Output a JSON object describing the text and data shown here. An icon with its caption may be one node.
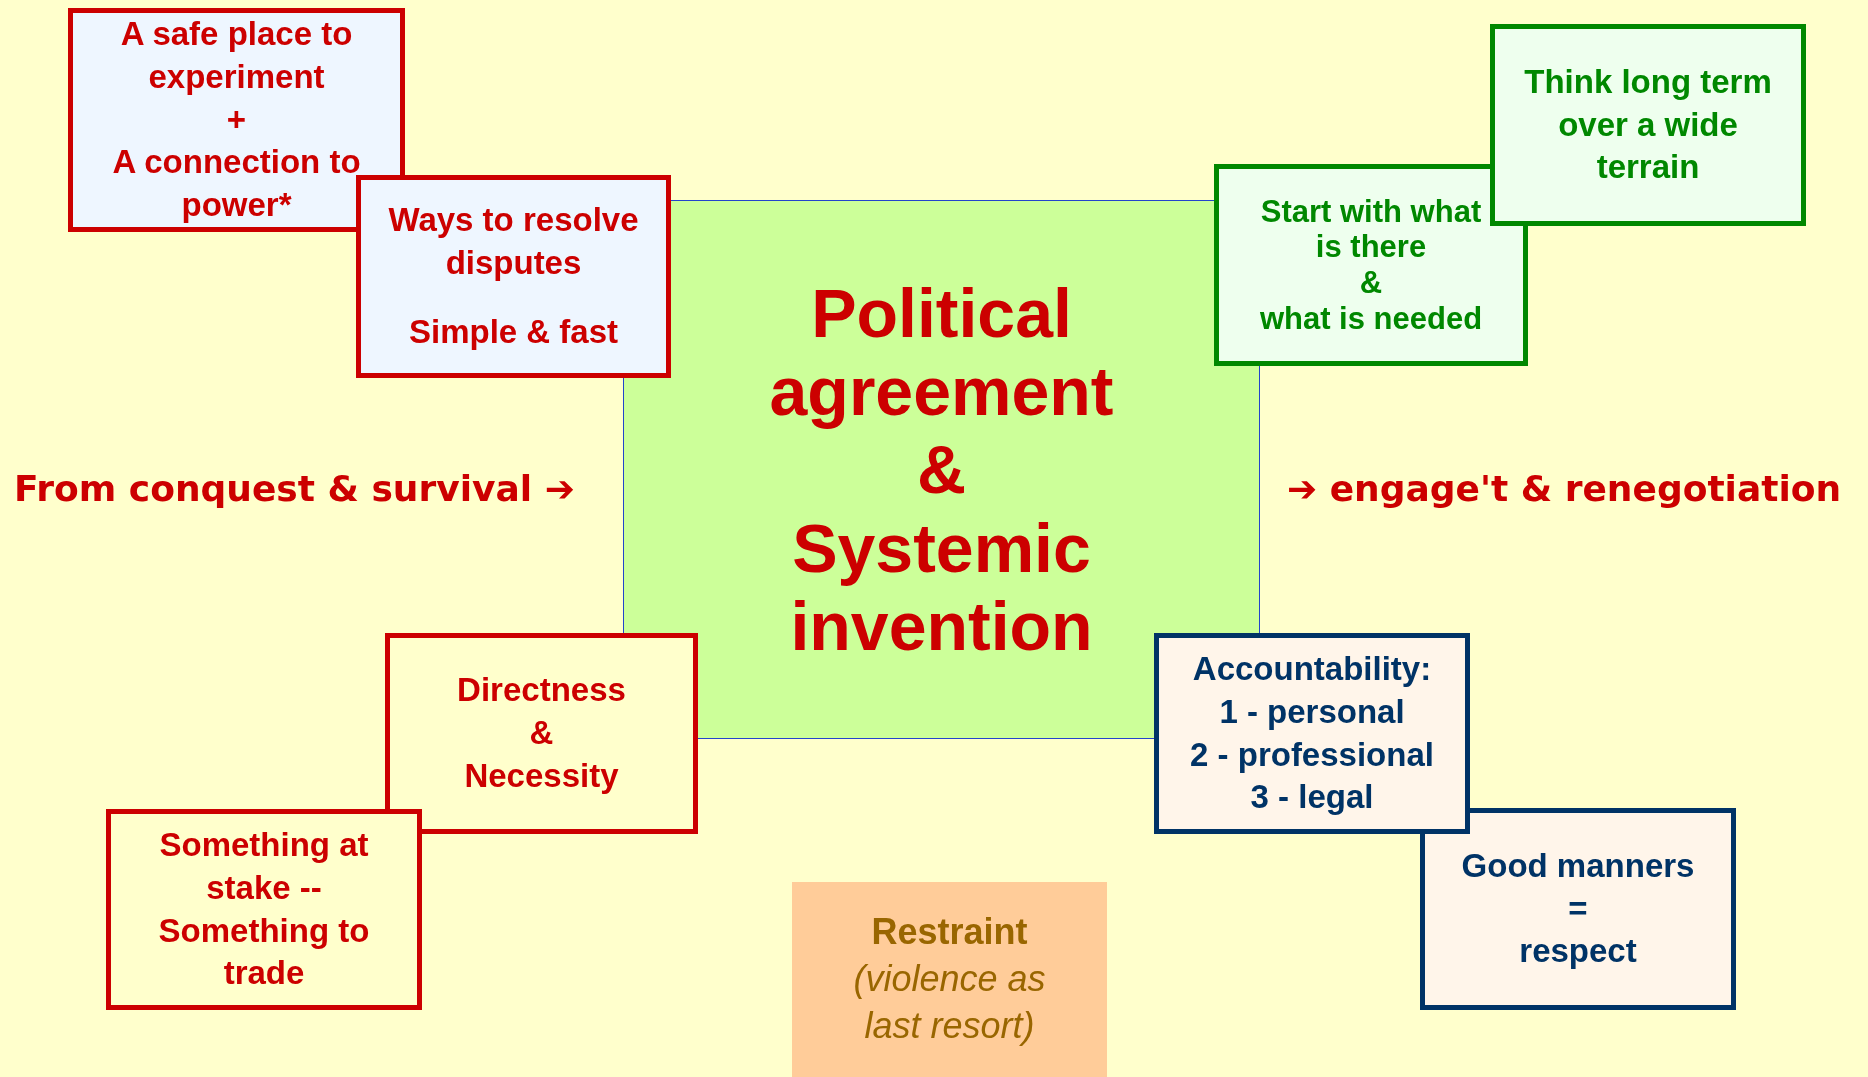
{
  "diagram": {
    "nodes": [
      {
        "text": [
          "A safe place to experiment",
          "+",
          "A connection to power*"
        ]
      },
      {
        "text": [
          "Ways to resolve disputes",
          "Simple & fast"
        ]
      },
      {
        "text": [
          "Think long term over a wide terrain"
        ]
      },
      {
        "text": [
          "Start with what is there",
          "&",
          "what is needed"
        ]
      },
      {
        "text": [
          "Political agreement",
          "&",
          "Systemic invention"
        ]
      },
      {
        "text": [
          "Directness",
          "&",
          "Necessity"
        ]
      },
      {
        "text": [
          "Accountability:",
          "1 - personal",
          "2 - professional",
          "3 - legal"
        ]
      },
      {
        "text": [
          "Something at stake -- Something to trade"
        ]
      },
      {
        "text": [
          "Good manners",
          "=",
          "respect"
        ]
      },
      {
        "text": [
          "Restraint",
          "(violence as last resort)"
        ]
      }
    ],
    "edges": [],
    "labels": [
      "From conquest & survival ➔",
      "➔ engage't & renegotiation"
    ]
  }
}
